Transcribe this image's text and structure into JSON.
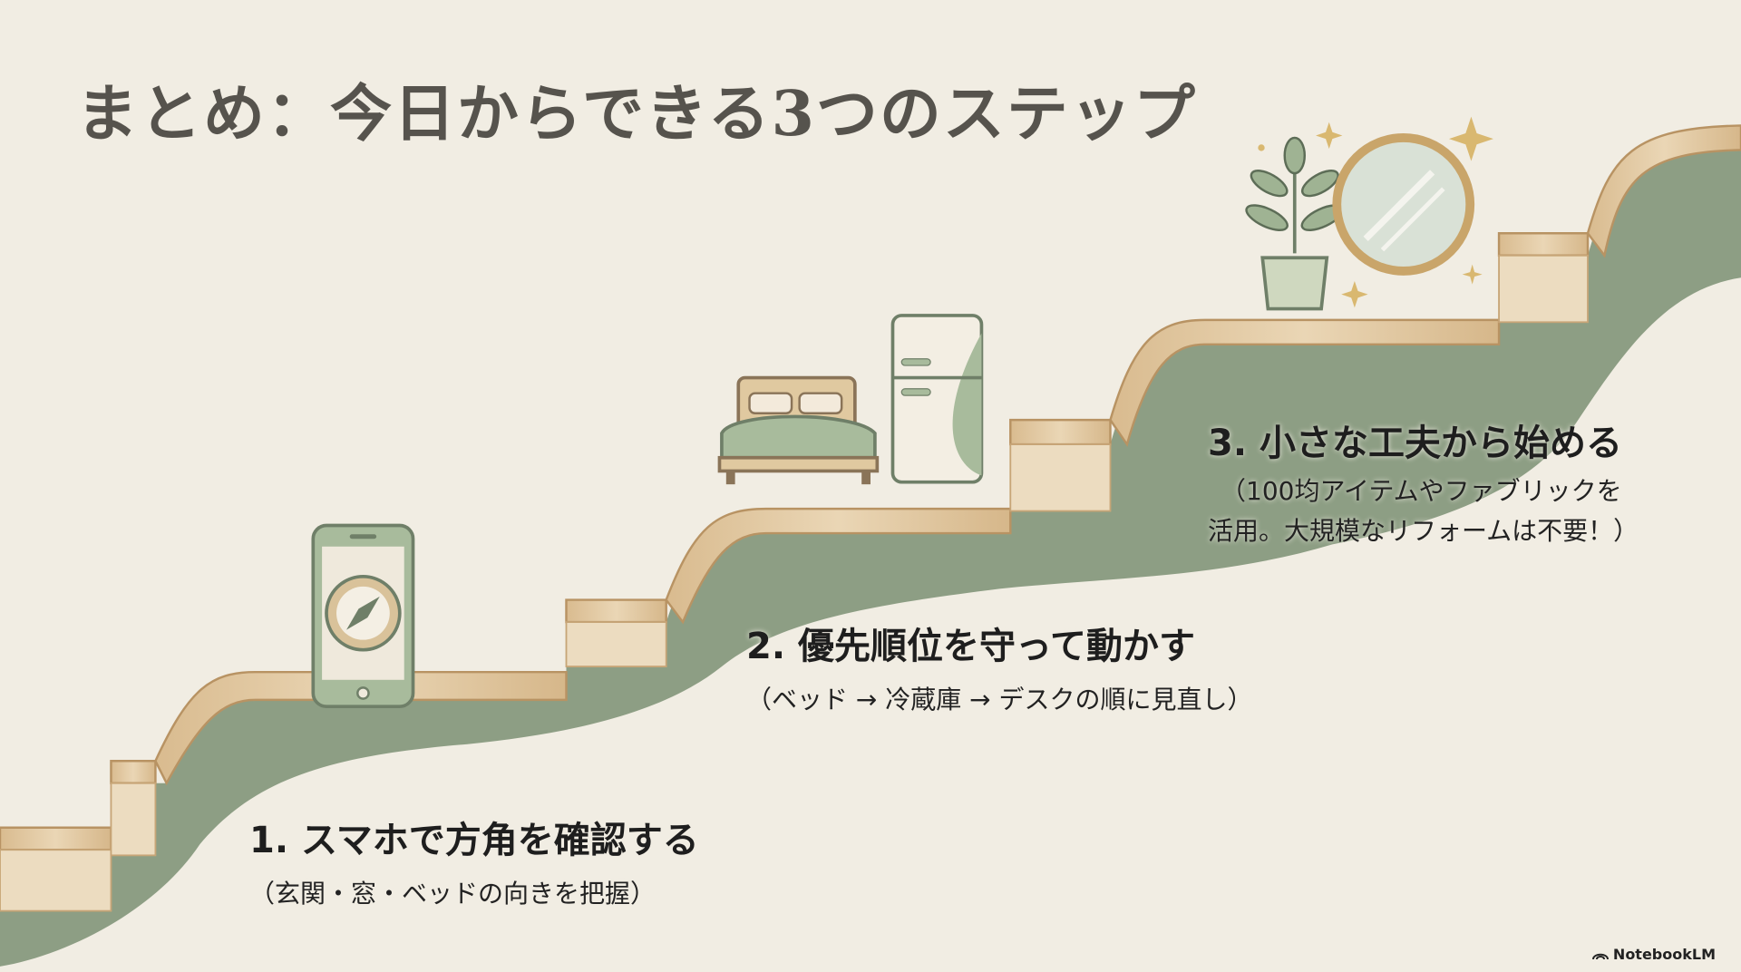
{
  "title": "まとめ：今日からできる3つのステップ",
  "steps": [
    {
      "heading": "1. スマホで方角を確認する",
      "lines": [
        "（玄関・窓・ベッドの向きを把握）"
      ],
      "icon": "smartphone-compass-icon"
    },
    {
      "heading": "2. 優先順位を守って動かす",
      "lines": [
        "（ベッド → 冷蔵庫 → デスクの順に見直し）"
      ],
      "icon": "bed-fridge-icon"
    },
    {
      "heading": "3. 小さな工夫から始める",
      "lines": [
        "（100均アイテムやファブリックを",
        "活用。大規模なリフォームは不要！）"
      ],
      "icon": "plant-mirror-icon"
    }
  ],
  "brand": "NotebookLM",
  "colors": {
    "background": "#f1ede3",
    "green": "#8d9e84",
    "wood": "#e2c9a2",
    "title": "#56534d"
  }
}
